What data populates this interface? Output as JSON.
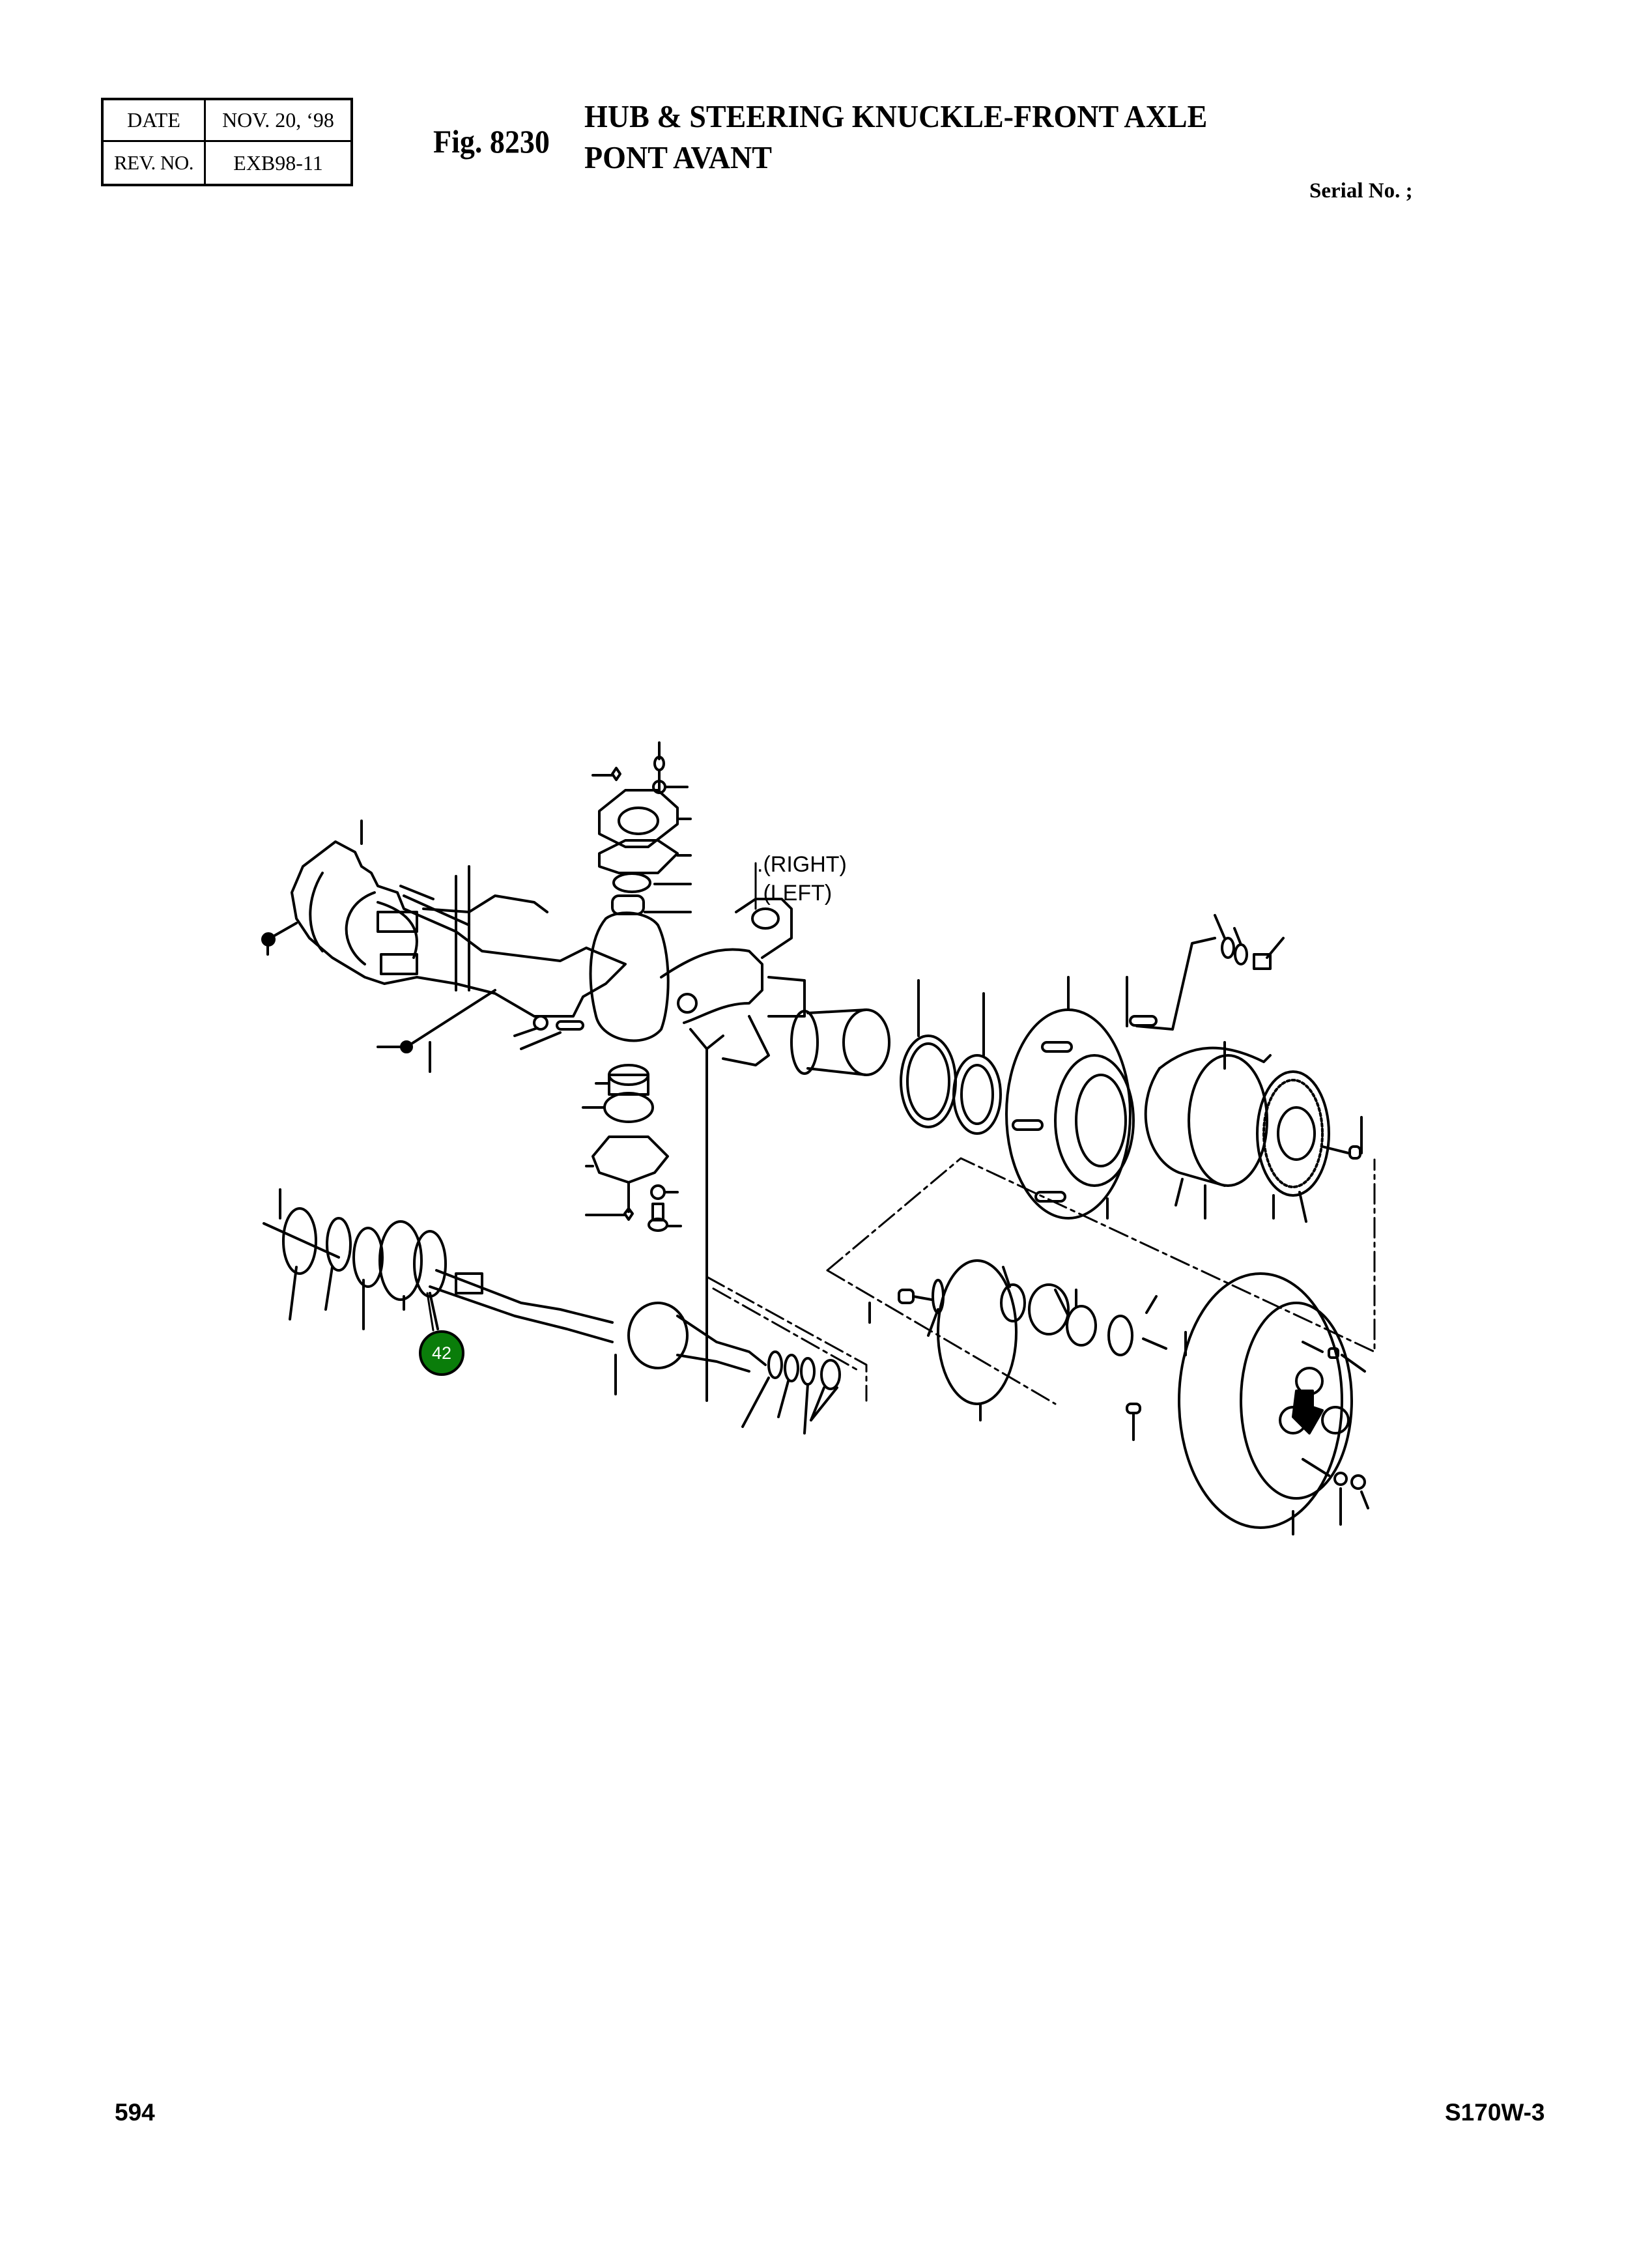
{
  "header": {
    "revision_table": {
      "date_label": "DATE",
      "date_value": "NOV. 20, ‘98",
      "rev_label": "REV. NO.",
      "rev_value": "EXB98-11"
    },
    "figure_number": "Fig. 8230",
    "title_line_1": "HUB & STEERING KNUCKLE-FRONT AXLE",
    "title_line_2": "PONT AVANT",
    "serial_label": "Serial No. ;"
  },
  "diagram": {
    "notes": [
      ".(RIGHT)",
      ".(LEFT)"
    ],
    "callouts": [
      {
        "number": "42",
        "color": "#0a7d0a",
        "text_color": "#ffffff"
      }
    ]
  },
  "footer": {
    "page_number": "594",
    "model_code": "S170W-3"
  }
}
